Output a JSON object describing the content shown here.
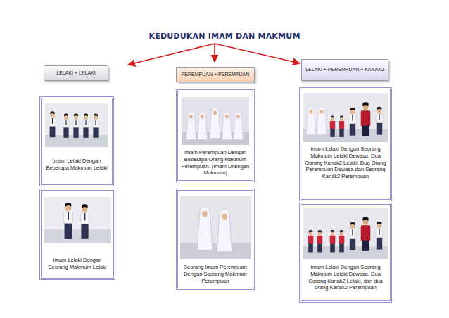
{
  "diagram": {
    "title": "KEDUDUKAN IMAM DAN MAKMUM",
    "nodes": [
      {
        "text": [
          "LELAKI + LELAKI"
        ]
      },
      {
        "text": [
          "PEREMPUAN + PEREMPUAN"
        ]
      },
      {
        "text": [
          "LELAKI + PEREMPUAN + KANAK2"
        ]
      },
      {
        "text": [
          "Imam Lelaki Dengan Beberapa Makmum Lelaki"
        ]
      },
      {
        "text": [
          "Imam Perempuan Dengan Beberapa Orang Makmum Perempuan. (Imam Ditengah Makmum)"
        ]
      },
      {
        "text": [
          "Imam Lelaki Dengan Seorang Makmum Lelaki Dewasa, Dua Oarang Kanak2 Lelaki, Dua Orang Perempuan Dewasa dan Seorang Kanak2 Perempuan"
        ]
      },
      {
        "text": [
          "Imam Lelaki Dengan  Seorang Makmum Lelaki"
        ]
      },
      {
        "text": [
          "Seorang Imam Perempuan Dengan Seorang Makmum Perempuan"
        ]
      },
      {
        "text": [
          "Imam Lelaki Dengan Seorang Makmum Lelaki Dewasa, Dua Oarang Kanak2 Lelaki, dan dua orang Kanak2 Perempuan"
        ]
      }
    ]
  }
}
